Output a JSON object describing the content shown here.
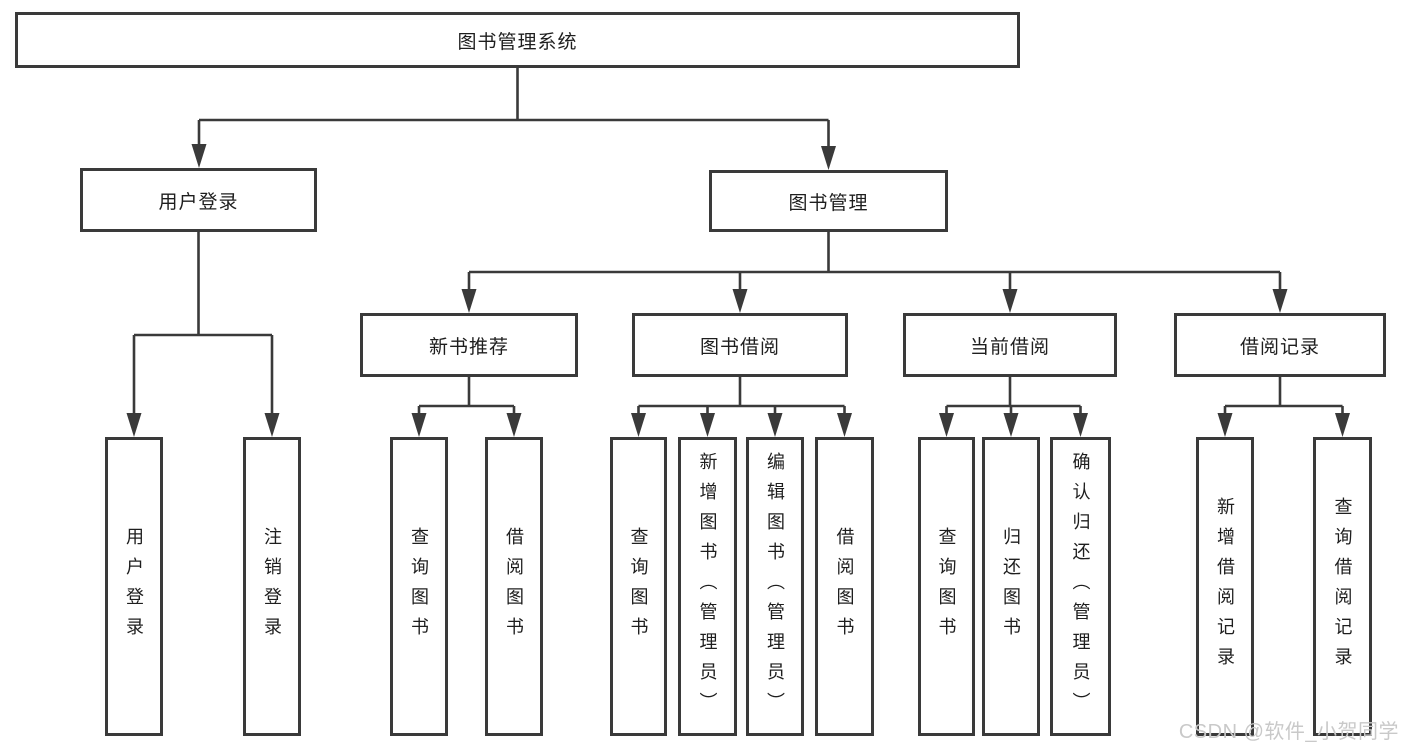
{
  "diagram": {
    "title_node": {
      "label": "图书管理系统"
    },
    "level2": {
      "user_login": {
        "label": "用户登录"
      },
      "book_management": {
        "label": "图书管理"
      }
    },
    "level3": {
      "new_book_recommend": {
        "label": "新书推荐"
      },
      "book_borrow": {
        "label": "图书借阅"
      },
      "current_borrow": {
        "label": "当前借阅"
      },
      "borrow_records": {
        "label": "借阅记录"
      }
    },
    "leaves": {
      "user_login_group": [
        {
          "label": "用户登录"
        },
        {
          "label": "注销登录"
        }
      ],
      "new_book_group": [
        {
          "label": "查询图书"
        },
        {
          "label": "借阅图书"
        }
      ],
      "book_borrow_group": [
        {
          "label": "查询图书"
        },
        {
          "label": "新增图书（管理员）"
        },
        {
          "label": "编辑图书（管理员）"
        },
        {
          "label": "借阅图书"
        }
      ],
      "current_borrow_group": [
        {
          "label": "查询图书"
        },
        {
          "label": "归还图书"
        },
        {
          "label": "确认归还（管理员）"
        }
      ],
      "borrow_record_group": [
        {
          "label": "新增借阅记录"
        },
        {
          "label": "查询借阅记录"
        }
      ]
    },
    "colors": {
      "line": "#3a3a3a",
      "box_background": "#ffffff",
      "text": "#1e1e1e",
      "watermark": "#c9c9c9"
    },
    "watermark": "CSDN @软件_小贺同学"
  }
}
